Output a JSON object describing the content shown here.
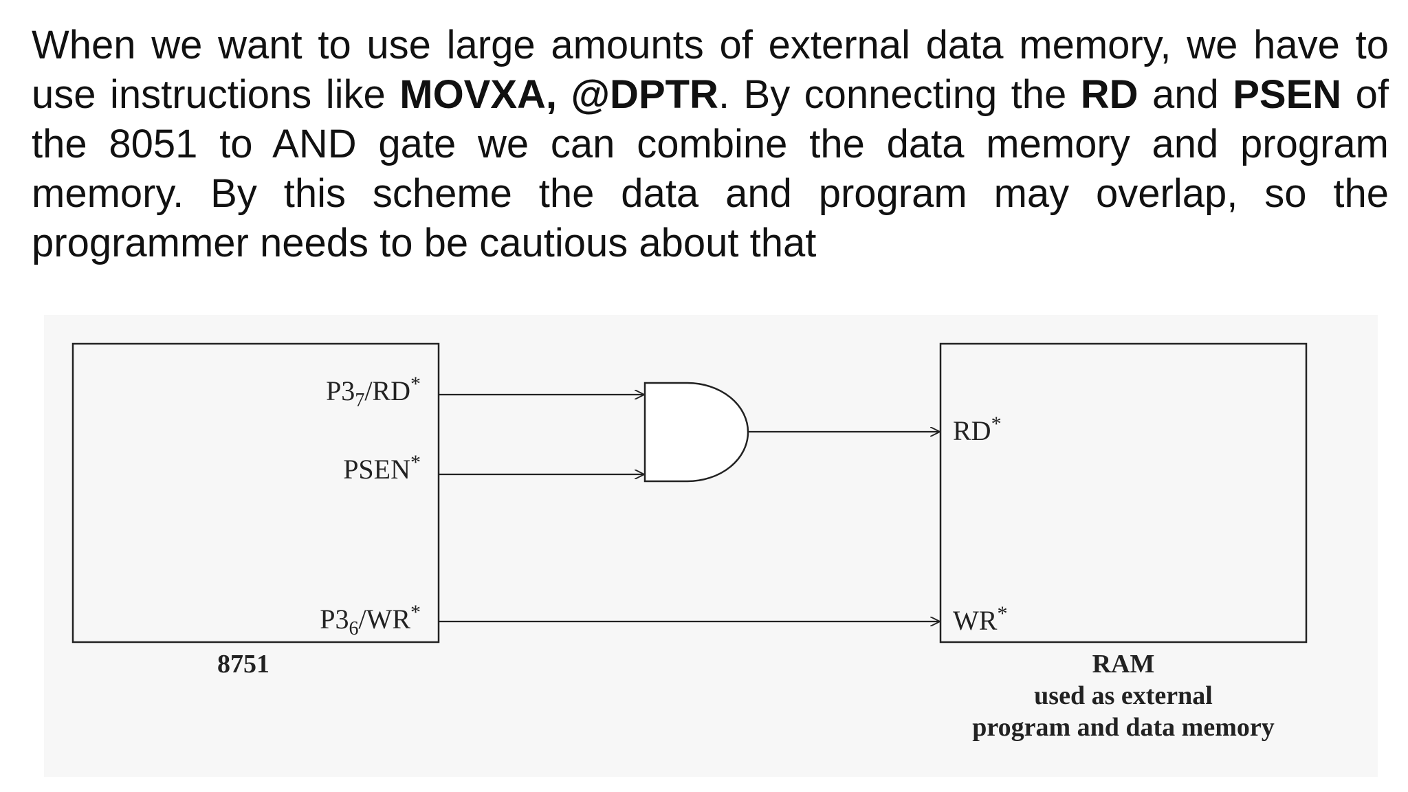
{
  "paragraph": {
    "t1": "When we want to use large amounts of external data memory, we have to use instructions like ",
    "b1": "MOVXA, @DPTR",
    "t2": ". By connecting the ",
    "b2": "RD",
    "t3": " and ",
    "b3": "PSEN",
    "t4": " of the 8051 to AND gate we can combine the data memory and program memory. By this scheme the data and program may overlap, so the programmer needs to be cautious about that"
  },
  "diagram": {
    "mcu_pins": {
      "rd": "P3",
      "rd_sub": "7",
      "rd_rest": "/RD",
      "psen": "PSEN",
      "wr": "P3",
      "wr_sub": "6",
      "wr_rest": "/WR",
      "star": "*"
    },
    "mcu_label": "8751",
    "ram_pins": {
      "rd": "RD",
      "wr": "WR",
      "star": "*"
    },
    "ram_caption": {
      "line1": "RAM",
      "line2": "used as external",
      "line3": "program and data memory"
    }
  }
}
